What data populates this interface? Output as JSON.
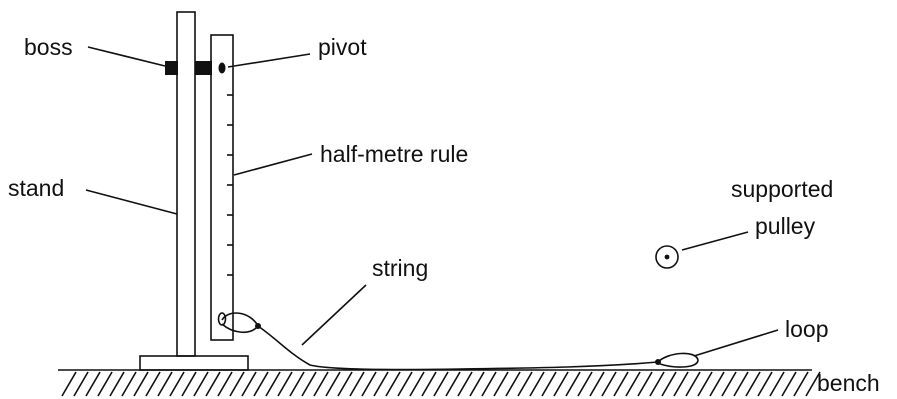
{
  "labels": {
    "boss": "boss",
    "pivot": "pivot",
    "half_metre_rule": "half-metre rule",
    "stand": "stand",
    "supported_line1": "supported",
    "supported_line2": "pulley",
    "string": "string",
    "loop": "loop",
    "bench": "bench"
  },
  "colors": {
    "ink": "#111111",
    "background": "#ffffff"
  }
}
